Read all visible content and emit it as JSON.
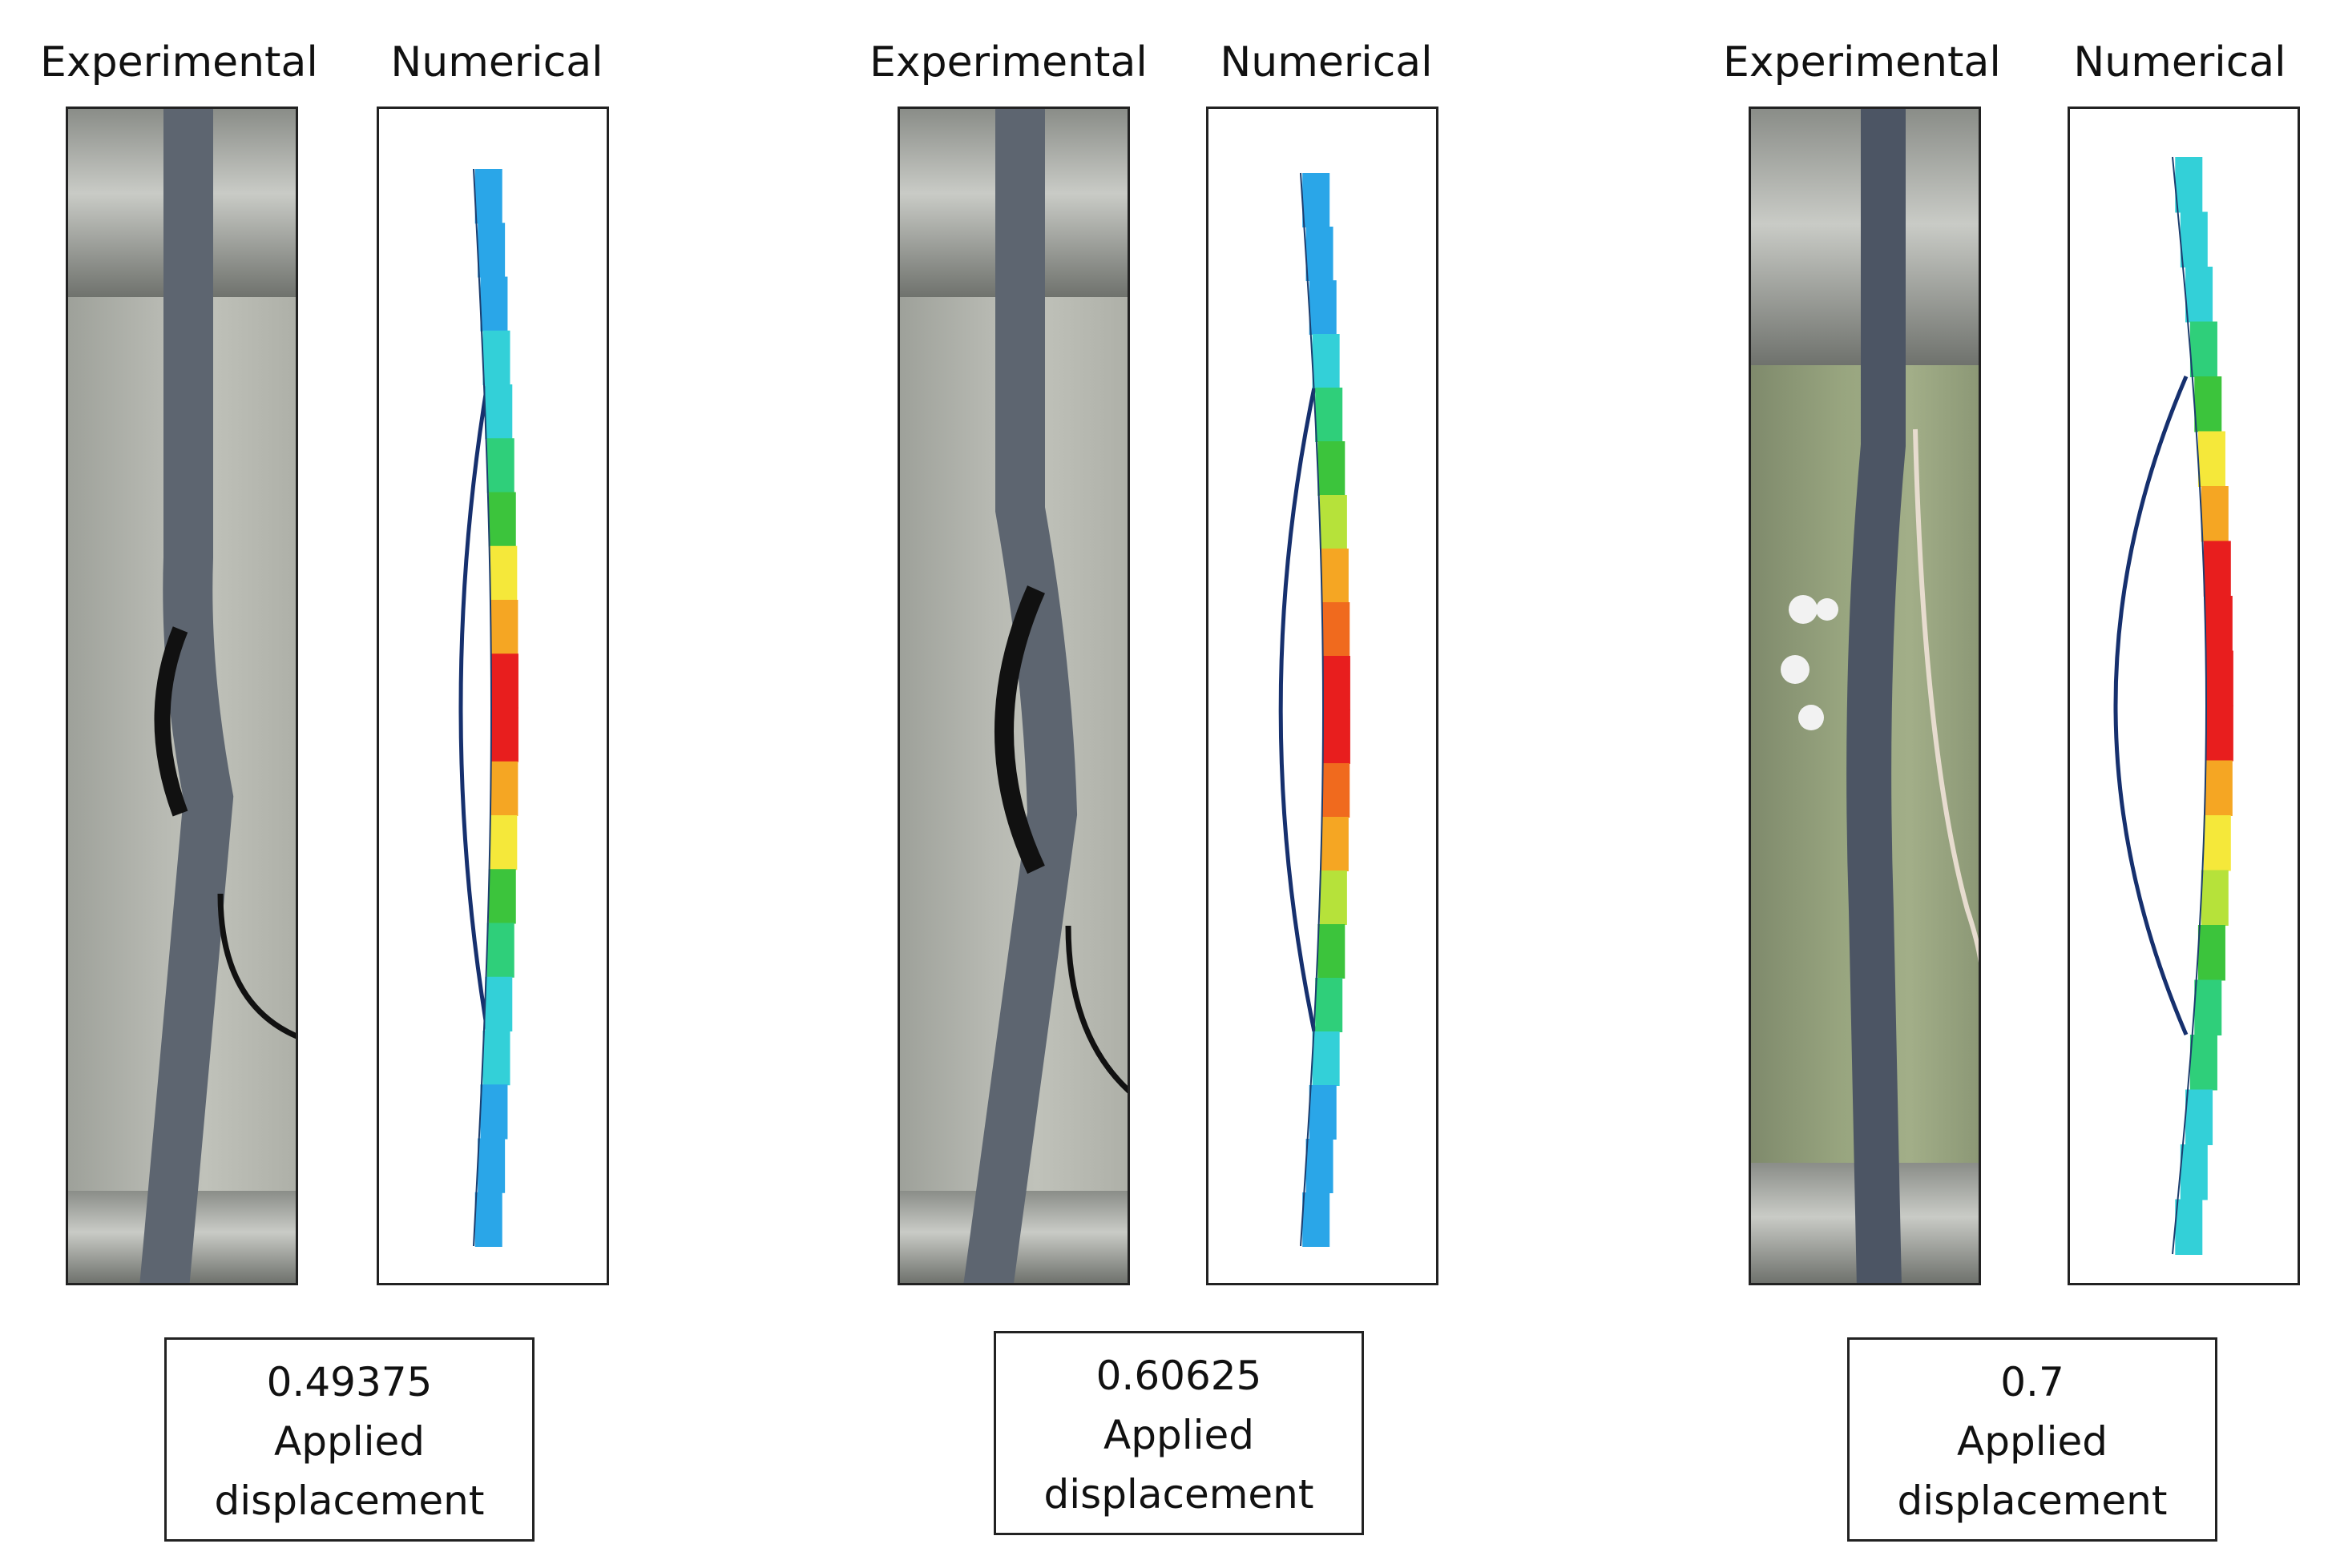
{
  "stages": [
    {
      "experimental_title": "Experimental",
      "numerical_title": "Numerical",
      "displacement_value": "0.49375",
      "displacement_line1": "Applied",
      "displacement_line2": "displacement"
    },
    {
      "experimental_title": "Experimental",
      "numerical_title": "Numerical",
      "displacement_value": "0.60625",
      "displacement_line1": "Applied",
      "displacement_line2": "displacement"
    },
    {
      "experimental_title": "Experimental",
      "numerical_title": "Numerical",
      "displacement_value": "0.7",
      "displacement_line1": "Applied",
      "displacement_line2": "displacement"
    }
  ],
  "contour_colors": [
    "#2aa6e8",
    "#33d0d8",
    "#2fcf7a",
    "#3cc43c",
    "#b6e23a",
    "#f5e83a",
    "#f5a623",
    "#f06a1e",
    "#e81e1e"
  ]
}
